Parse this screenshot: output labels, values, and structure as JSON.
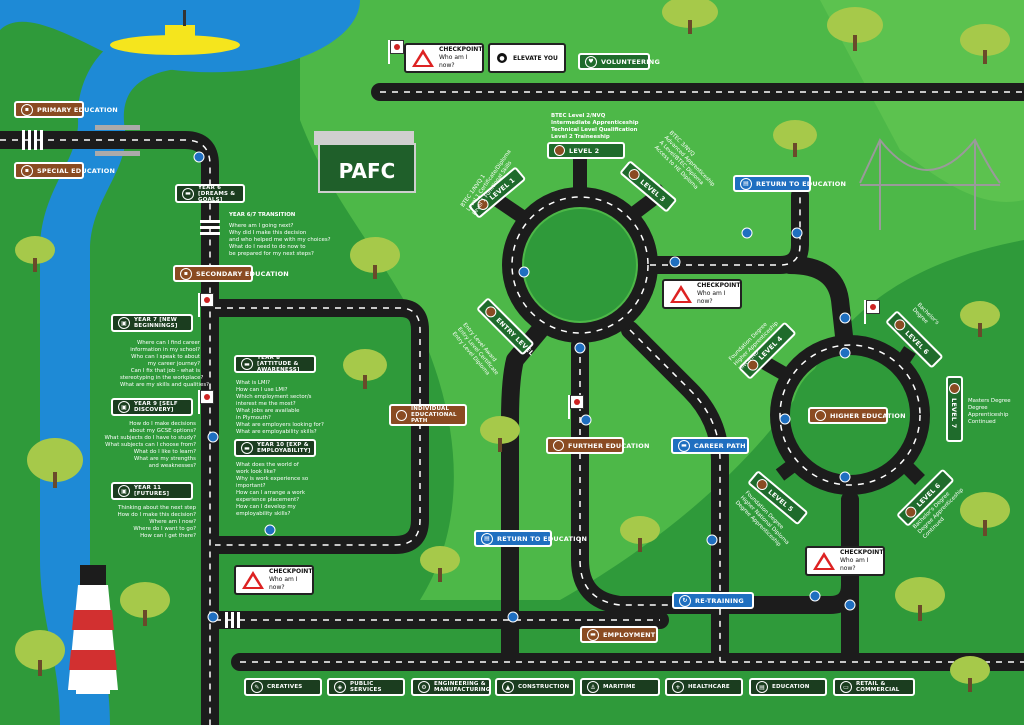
{
  "map_title": "PAFC",
  "stage_signs": {
    "primary": "PRIMARY EDUCATION",
    "special": "SPECIAL EDUCATION",
    "secondary": "SECONDARY EDUCATION",
    "year6": "YEAR 6 [DREAMS & GOALS]",
    "year7": "YEAR 7 [NEW BEGINNINGS]",
    "year8": "YEAR 8 [ATTITUDE & AWARENESS]",
    "year9": "YEAR 9 [SELF DISCOVERY]",
    "year10": "YEAR 10 [EXP & EMPLOYABILITY]",
    "year11": "YEAR 11 [FUTURES]",
    "individual_path": "INDIVIDUAL EDUCATIONAL PATH",
    "further_education": "FURTHER EDUCATION",
    "career_path": "CAREER PATH",
    "return_edu_1": "RETURN TO EDUCATION",
    "return_edu_2": "RETURN TO EDUCATION",
    "retraining": "RE-TRAINING",
    "employment": "EMPLOYMENT",
    "higher_education": "HIGHER EDUCATION",
    "volunteering": "VOLUNTEERING",
    "elevate": "ELEVATE YOU",
    "level1": "LEVEL 1",
    "level2": "LEVEL 2",
    "level3": "LEVEL 3",
    "entry": "ENTRY LEVEL",
    "level4": "LEVEL 4",
    "level5": "LEVEL 5",
    "level6": "LEVEL 6",
    "level7": "LEVEL 7"
  },
  "checkpoints": {
    "title": "CHECKPOINT",
    "subtitle": "Who am I now?"
  },
  "texts": {
    "year67": "YEAR 6/7 TRANSITION",
    "year67_q": "Where am I going next?\nWhy did I make this decision\nand who helped me with my choices?\nWhat do I need to do now to\nbe prepared for my next steps?",
    "year7_q": "Where can I find career\ninformation in my school?\nWho can I speak to about\nmy career journey?\nCan I fix that job - what is\nstereotyping in the workplace?\nWhat are my skills and qualities?",
    "year8_q": "What is LMI?\nHow can I use LMI?\nWhich employment sector/s\ninterest me the most?\nWhat jobs are available\nin Plymouth?\nWhat are employers looking for?\nWhat are employability skills?",
    "year9_q": "How do I make decisions\nabout my GCSE options?\nWhat subjects do I have to study?\nWhat subjects can I choose from?\nWhat do I like to learn?\nWhat are my strengths\nand weaknesses?",
    "year10_q": "What does the world of\nwork look like?\nWhy is work experience so\nimportant?\nHow can I arrange a work\nexperience placement?\nHow can I develop my\nemployability skills?",
    "year11_q": "Thinking about the next step\nHow do I make this decision?\nWhere am I now?\nWhere do I want to go?\nHow can I get there?",
    "level2_q": "BTEC Level 2/NVQ\nIntermediate Apprenticeship\nTechnical Level Qualification\nLevel 2 Traineeship",
    "level1_q": "BTEC 1/NVQ 1\nLevel 1 Certificate/Diploma\nLevel 1 Functional Skills",
    "level3_q": "BTEC 3/NVQ\nAdvanced Apprenticeship\nA Level/BTEC Diploma\nAccess to HE Diploma",
    "entry_q": "Entry Level Award\nEntry Level Certificate\nEntry Level Diploma",
    "level4_q": "Foundation Degree\nHigher Apprenticeship\nHNC/HND",
    "level5_q": "Foundation Degree\nHigher National Diploma\nDegree Apprenticeship",
    "level6_q": "Bachelor's Degree\nDegree Apprenticeship\nContinued",
    "level7_q": "Masters Degree\nDegree\nApprenticeship\nContinued",
    "level6b_q": "Bachelor's\nDegree"
  },
  "sectors": [
    {
      "label": "CREATIVES",
      "icon": "palette-icon"
    },
    {
      "label": "PUBLIC SERVICES",
      "icon": "shield-icon"
    },
    {
      "label": "ENGINEERING & MANUFACTURING",
      "icon": "gear-icon"
    },
    {
      "label": "CONSTRUCTION",
      "icon": "hardhat-icon"
    },
    {
      "label": "MARITIME",
      "icon": "anchor-icon"
    },
    {
      "label": "HEALTHCARE",
      "icon": "medical-icon"
    },
    {
      "label": "EDUCATION",
      "icon": "book-icon"
    },
    {
      "label": "RETAIL & COMMERCIAL",
      "icon": "cart-icon"
    }
  ],
  "colors": {
    "grass": "#2f9a3a",
    "grass_light": "#4db848",
    "road": "#1c1c1c",
    "water": "#1e8ad6",
    "brown_sign": "#8a4b22",
    "blue_sign": "#1f6fc0",
    "green_sign": "#1f6b2c"
  }
}
